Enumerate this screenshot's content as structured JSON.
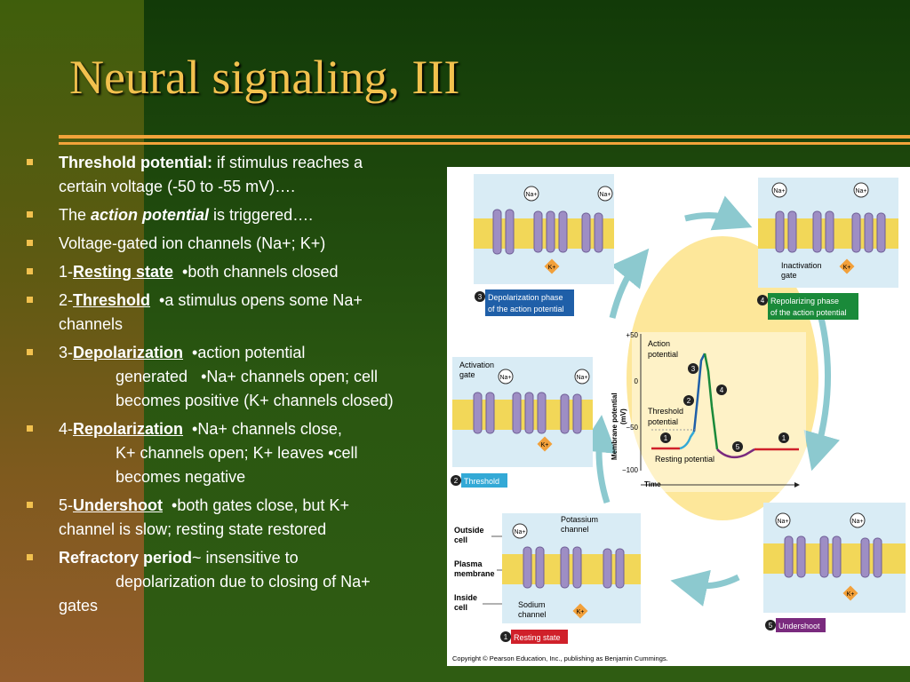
{
  "slide": {
    "title": "Neural signaling, III"
  },
  "bullets": {
    "b1": {
      "bold": "Threshold potential:",
      "l1": " if stimulus reaches a",
      "l2": "certain voltage (-50 to -55 mV)…."
    },
    "b2": {
      "pre": "The ",
      "em": "action potential",
      "post": " is triggered…."
    },
    "b3": {
      "text": "Voltage-gated ion channels (Na+; K+)"
    },
    "b4": {
      "num": "1-",
      "term": "Resting state",
      "rest": "  •both channels closed"
    },
    "b5": {
      "num": "2-",
      "term": "Threshold",
      "rest": "  •a stimulus opens some Na+",
      "l2": "channels"
    },
    "b6": {
      "num": "3-",
      "term": "Depolarization",
      "rest": "  •action potential",
      "l2": "generated   •Na+ channels open; cell",
      "l3": "becomes positive (K+ channels closed)"
    },
    "b7": {
      "num": "4-",
      "term": "Repolarization",
      "rest": "  •Na+ channels close,",
      "l2": "K+ channels open; K+ leaves •cell",
      "l3": "becomes negative"
    },
    "b8": {
      "num": "5-",
      "term": "Undershoot",
      "rest": "  •both gates close, but K+",
      "l2": "channel is slow; resting state restored"
    },
    "b9": {
      "bold": "Refractory period",
      "rest": "~ insensitive to",
      "l2": "depolarization due to closing of Na+",
      "l3": "gates"
    }
  },
  "figure": {
    "panel1": {
      "num": "1",
      "label": "Resting state"
    },
    "panel2": {
      "num": "2",
      "label": "Threshold"
    },
    "panel3": {
      "num": "3",
      "label1": "Depolarization phase",
      "label2": "of the action potential"
    },
    "panel4": {
      "num": "4",
      "label1": "Repolarizing phase",
      "label2": "of the action potential"
    },
    "panel5": {
      "num": "5",
      "label": "Undershoot"
    },
    "na_label": "Na+",
    "k_label": "K+",
    "activation_gate": {
      "l1": "Activation",
      "l2": "gate"
    },
    "inactivation_gate": {
      "l1": "Inactivation",
      "l2": "gate"
    },
    "outside_cell": {
      "l1": "Outside",
      "l2": "cell"
    },
    "plasma_membrane": {
      "l1": "Plasma",
      "l2": "membrane"
    },
    "inside_cell": {
      "l1": "Inside",
      "l2": "cell"
    },
    "potassium_channel": {
      "l1": "Potassium",
      "l2": "channel"
    },
    "sodium_channel": {
      "l1": "Sodium",
      "l2": "channel"
    },
    "graph": {
      "ylabel1": "Membrane potential",
      "ylabel2": "(mV)",
      "ticks": [
        "+50",
        "0",
        "−50",
        "−100"
      ],
      "xlabel": "Time",
      "action_potential": {
        "l1": "Action",
        "l2": "potential"
      },
      "threshold": {
        "l1": "Threshold",
        "l2": "potential"
      },
      "resting": "Resting potential",
      "phase_markers": [
        "1",
        "2",
        "3",
        "4",
        "5",
        "1"
      ]
    },
    "copyright": "Copyright © Pearson Education, Inc., publishing as Benjamin Cummings."
  },
  "colors": {
    "title": "#f2c14e",
    "rule": "#f2a33a",
    "resting_red": "#d0202a",
    "threshold_cyan": "#33a9d6",
    "depol_blue": "#1f5fa8",
    "repol_green": "#1a8a3a",
    "undershoot_purple": "#7a2a7e",
    "bg_yellow": "#fde79a",
    "membrane_yellow": "#f2d758",
    "arrow_teal": "#8cc9cf",
    "channel_lilac": "#9e8ec4",
    "ion_orange": "#f2a03a"
  }
}
